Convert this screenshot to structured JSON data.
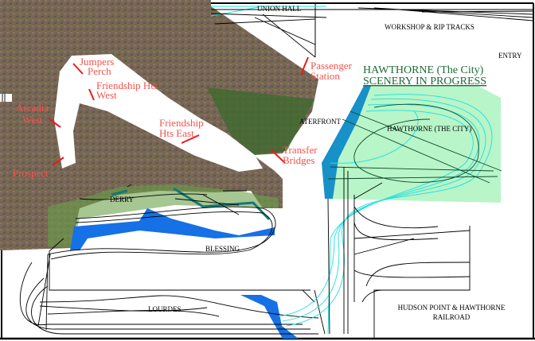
{
  "title": "Hudson Point & Hawthorne Railroad track plan",
  "areas": {
    "union_hall": "UNION HALL",
    "workshop": "WORKSHOP & RIP TRACKS",
    "entry": "ENTRY",
    "hawthorne_banner_1": "HAWTHORNE (The City)",
    "hawthorne_banner_2": "SCENERY IN PROGRESS",
    "hawthorne_city": "HAWTHORNE (THE CITY)",
    "waterfront": "ATERFRONT",
    "derry": "DERRY",
    "blessing": "BLESSING",
    "lourdes": "LOURDES",
    "railroad_1": "HUDSON POINT & HAWTHORNE",
    "railroad_2": "RAILROAD"
  },
  "callouts": {
    "jumpers_1": "Jumpers",
    "jumpers_2": "Perch",
    "fhw_1": "Friendship Hts",
    "fhw_2": "West",
    "arcadia_1": "Arcadia",
    "arcadia_2": "West",
    "prospect": "Prospect",
    "fhe_1": "Friendship",
    "fhe_2": "Hts East",
    "passenger_1": "Passenger",
    "passenger_2": "Station",
    "transfer_1": "Transfer",
    "transfer_2": "Bridges"
  },
  "colors": {
    "callout": "#f0544c",
    "banner": "#1e6b3a",
    "city_fill": "#b8f5c8",
    "water": "#1670e6",
    "teal": "#127a74",
    "cyan_track": "#1de0e0"
  }
}
